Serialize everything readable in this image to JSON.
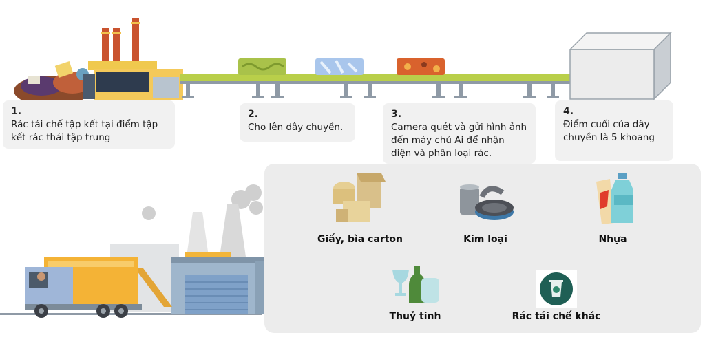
{
  "steps": [
    {
      "number": "1.",
      "text": "Rác tái chế tập kết tại điểm tập kết rác thải tập trung"
    },
    {
      "number": "2.",
      "text": "Cho lên dây chuyền."
    },
    {
      "number": "3.",
      "text": "Camera quét và gửi hình ảnh đến máy chủ Ai để nhận diện và phân loại rác."
    },
    {
      "number": "4.",
      "text": "Điểm cuối của dây chuyền là 5 khoang"
    }
  ],
  "categories": [
    {
      "label": "Giấy, bìa carton",
      "icon": "paper-carton-icon"
    },
    {
      "label": "Kim loại",
      "icon": "metal-cans-icon"
    },
    {
      "label": "Nhựa",
      "icon": "plastic-bottle-icon"
    },
    {
      "label": "Thuỷ tinh",
      "icon": "glass-icon"
    },
    {
      "label": "Rác tái chế khác",
      "icon": "recycle-bin-icon"
    }
  ],
  "colors": {
    "conveyor_green": "#b9cf4a",
    "conveyor_gray": "#8f9aa6",
    "box_bg": "#f1f1f1",
    "panel_bg": "#ececec",
    "truck_yellow": "#f4b336",
    "building_blue": "#9fb6cc"
  }
}
